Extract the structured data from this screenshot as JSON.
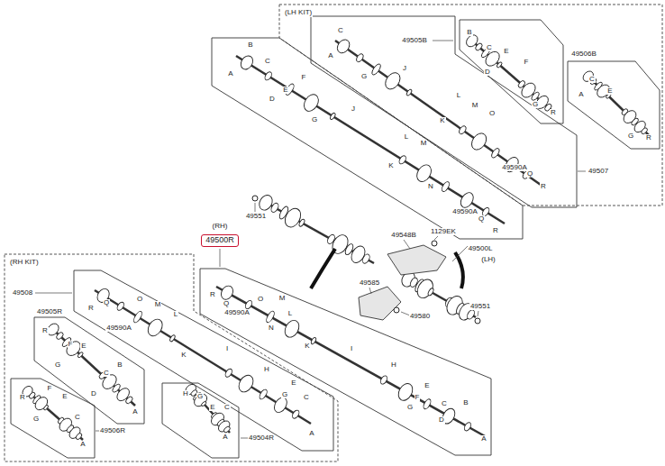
{
  "diagram": {
    "nodes": [
      {
        "text": [
          "(LH KIT)"
        ]
      },
      {
        "text": [
          "49500R"
        ]
      },
      {
        "text": [
          "(RH KIT)"
        ]
      }
    ],
    "labels": [
      "B",
      "A",
      "C",
      "D",
      "E",
      "F",
      "G",
      "J",
      "L",
      "M",
      "K",
      "N",
      "49590A",
      "Q",
      "R",
      "C",
      "A",
      "49505B",
      "G",
      "J",
      "L",
      "M",
      "K",
      "O",
      "49590A",
      "Q",
      "R",
      "49507",
      "B",
      "C",
      "D",
      "E",
      "F",
      "G",
      "R",
      "49506B",
      "C",
      "A",
      "E",
      "G",
      "R",
      "49551",
      "(RH)",
      "49548B",
      "1129EK",
      "49500L",
      "(LH)",
      "49585",
      "49580",
      "49551",
      "R",
      "Q",
      "49590A",
      "O",
      "N",
      "M",
      "L",
      "K",
      "I",
      "H",
      "E",
      "F",
      "G",
      "C",
      "D",
      "B",
      "A",
      "49508",
      "R",
      "Q",
      "O",
      "49590A",
      "M",
      "L",
      "K",
      "I",
      "H",
      "E",
      "G",
      "C",
      "A",
      "49505R",
      "R",
      "F",
      "E",
      "G",
      "B",
      "C",
      "D",
      "A",
      "R",
      "F",
      "E",
      "G",
      "C",
      "A",
      "49506R",
      "H",
      "G",
      "E",
      "C",
      "A",
      "49504R"
    ]
  }
}
